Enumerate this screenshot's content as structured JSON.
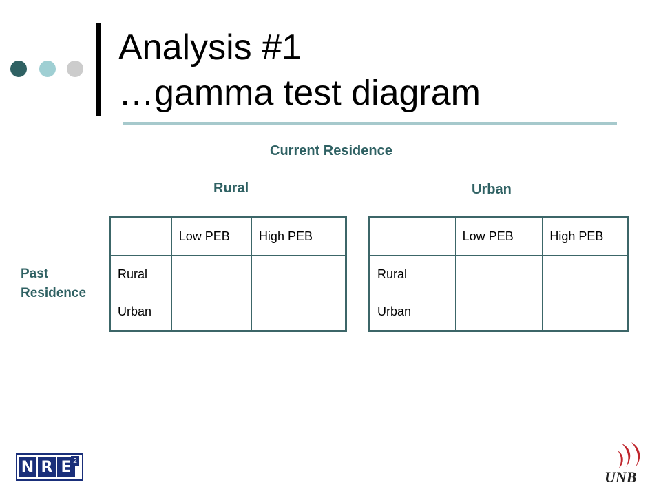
{
  "slide": {
    "title_line1": "Analysis #1",
    "title_line2": "…gamma test diagram",
    "current_residence": "Current Residence",
    "past_residence_line1": "Past",
    "past_residence_line2": "Residence",
    "rural_heading": "Rural",
    "urban_heading": "Urban"
  },
  "tables": {
    "rural": {
      "headers": [
        "",
        "Low PEB",
        "High PEB"
      ],
      "rows": [
        [
          "Rural",
          "",
          ""
        ],
        [
          "Urban",
          "",
          ""
        ]
      ]
    },
    "urban": {
      "headers": [
        "",
        "Low PEB",
        "High PEB"
      ],
      "rows": [
        [
          "Rural",
          "",
          ""
        ],
        [
          "Urban",
          "",
          ""
        ]
      ]
    }
  },
  "logos": {
    "nre_letters": [
      "N",
      "R",
      "E"
    ],
    "nre_superscript": "2",
    "unb_text": "UNB"
  },
  "colors": {
    "accent_dark": "#2f6163",
    "accent_light": "#9fcfd3",
    "accent_grey": "#cccccc",
    "rule": "#a6c9cc",
    "nre_blue": "#1a2f7a",
    "unb_red": "#c0262d"
  }
}
